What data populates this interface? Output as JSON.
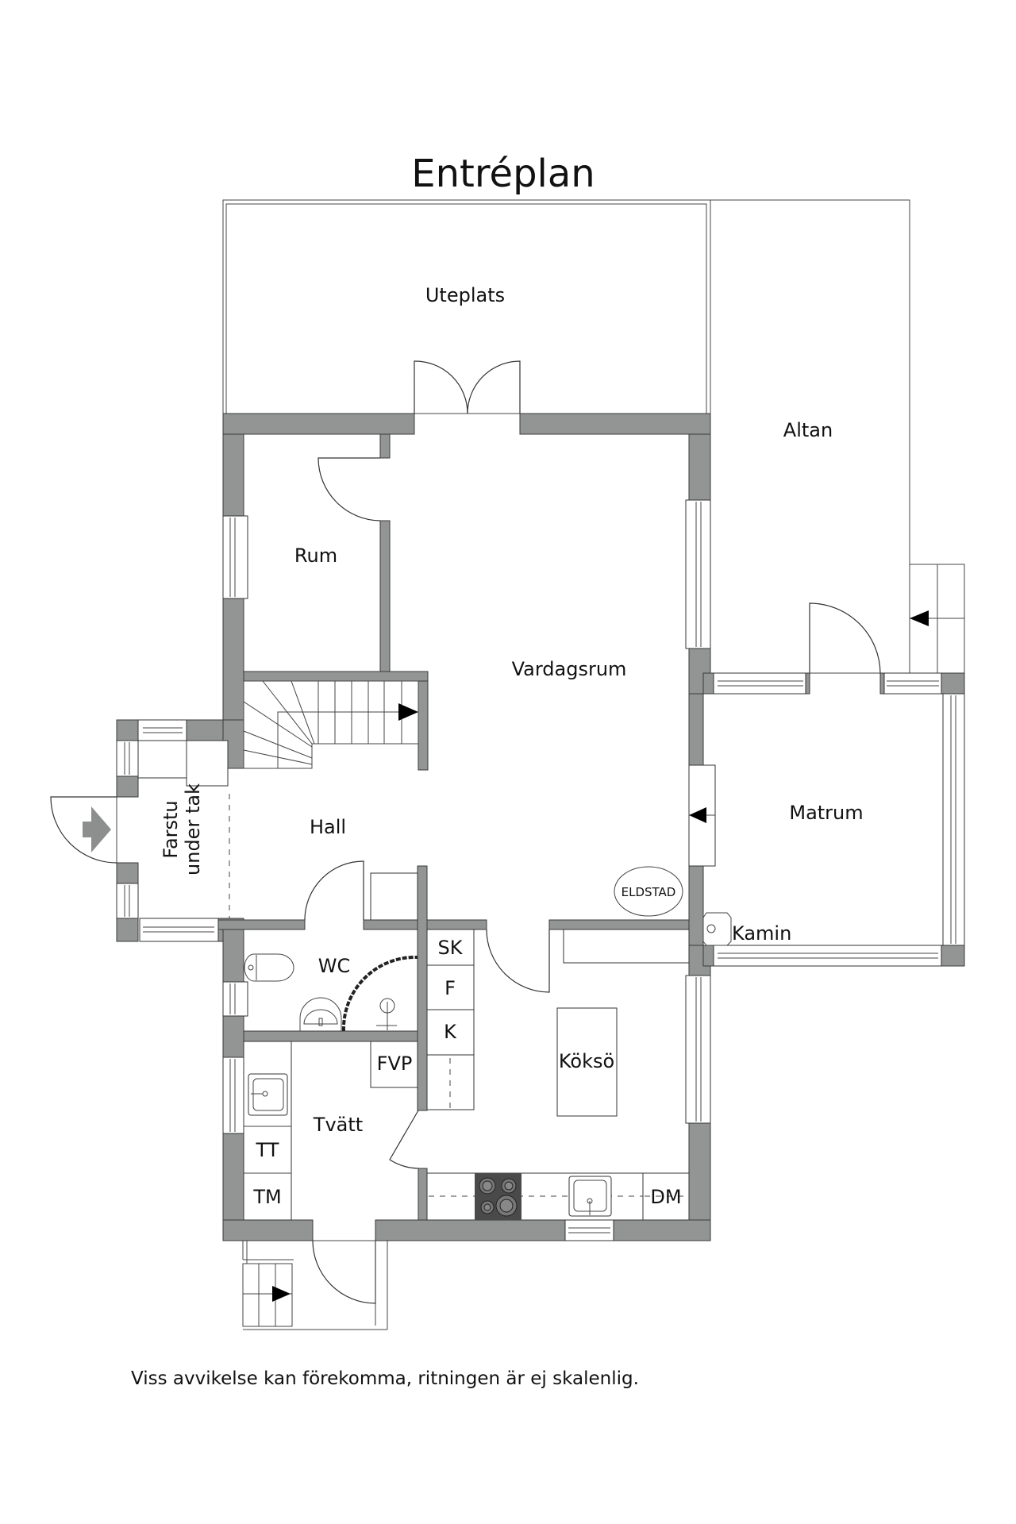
{
  "title": "Entréplan",
  "footer": "Viss avvikelse kan förekomma, ritningen är ej skalenlig.",
  "colors": {
    "wall": "#939595",
    "line": "#333333",
    "background": "#ffffff",
    "stove": "#4a4a4a"
  },
  "rooms": {
    "uteplats": "Uteplats",
    "altan": "Altan",
    "rum": "Rum",
    "vardagsrum": "Vardagsrum",
    "matrum": "Matrum",
    "hall": "Hall",
    "farstu_line1": "Farstu",
    "farstu_line2": "under tak",
    "wc": "WC",
    "tvatt": "Tvätt",
    "kokso": "Köksö"
  },
  "fixtures": {
    "eldstad": "ELDSTAD",
    "kamin": "Kamin",
    "sk": "SK",
    "f": "F",
    "k": "K",
    "fvp": "FVP",
    "tt": "TT",
    "tm": "TM",
    "dm": "DM"
  },
  "icons": {
    "entrance": "entrance-arrow-icon",
    "stairs_direction": "stairs-arrow-icon",
    "door_direction": "door-arrow-icon"
  }
}
